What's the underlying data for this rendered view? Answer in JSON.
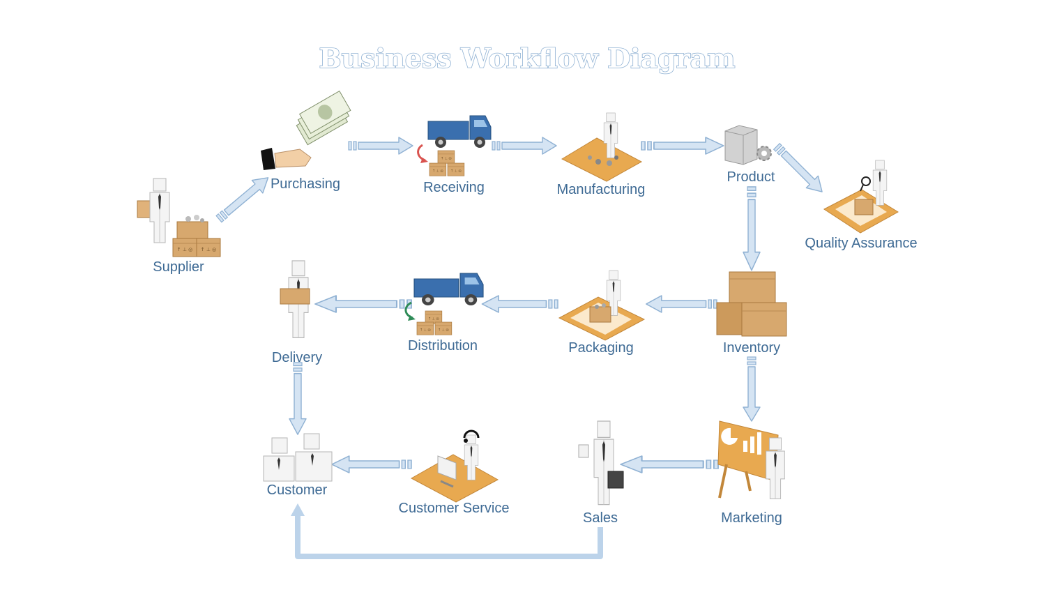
{
  "title": "Business Workflow Diagram",
  "colors": {
    "label": "#3e6a94",
    "arrow_fill": "#d5e4f3",
    "arrow_stroke": "#8fb1d3",
    "box": "#d7a86e",
    "truck": "#3a6fae",
    "person": "#f1f1f1"
  },
  "nodes": [
    {
      "id": "supplier",
      "label": "Supplier",
      "icon": "supplier-icon"
    },
    {
      "id": "purchasing",
      "label": "Purchasing",
      "icon": "money-hand-icon"
    },
    {
      "id": "receiving",
      "label": "Receiving",
      "icon": "truck-receiving-icon"
    },
    {
      "id": "manufacturing",
      "label": "Manufacturing",
      "icon": "manufacturing-icon"
    },
    {
      "id": "product",
      "label": "Product",
      "icon": "product-gear-icon"
    },
    {
      "id": "quality",
      "label": "Quality Assurance",
      "icon": "quality-inspection-icon"
    },
    {
      "id": "inventory",
      "label": "Inventory",
      "icon": "boxes-stack-icon"
    },
    {
      "id": "packaging",
      "label": "Packaging",
      "icon": "packaging-icon"
    },
    {
      "id": "distribution",
      "label": "Distribution",
      "icon": "truck-distribution-icon"
    },
    {
      "id": "delivery",
      "label": "Delivery",
      "icon": "delivery-person-icon"
    },
    {
      "id": "customer",
      "label": "Customer",
      "icon": "customers-icon"
    },
    {
      "id": "customer_service",
      "label": "Customer Service",
      "icon": "headset-agent-icon"
    },
    {
      "id": "sales",
      "label": "Sales",
      "icon": "salesman-icon"
    },
    {
      "id": "marketing",
      "label": "Marketing",
      "icon": "presentation-board-icon"
    }
  ],
  "edges": [
    {
      "from": "supplier",
      "to": "purchasing"
    },
    {
      "from": "purchasing",
      "to": "receiving"
    },
    {
      "from": "receiving",
      "to": "manufacturing"
    },
    {
      "from": "manufacturing",
      "to": "product"
    },
    {
      "from": "product",
      "to": "quality"
    },
    {
      "from": "product",
      "to": "inventory"
    },
    {
      "from": "inventory",
      "to": "packaging"
    },
    {
      "from": "packaging",
      "to": "distribution"
    },
    {
      "from": "distribution",
      "to": "delivery"
    },
    {
      "from": "delivery",
      "to": "customer"
    },
    {
      "from": "inventory",
      "to": "marketing"
    },
    {
      "from": "marketing",
      "to": "sales"
    },
    {
      "from": "customer_service",
      "to": "customer"
    },
    {
      "from": "sales",
      "to": "customer"
    }
  ]
}
